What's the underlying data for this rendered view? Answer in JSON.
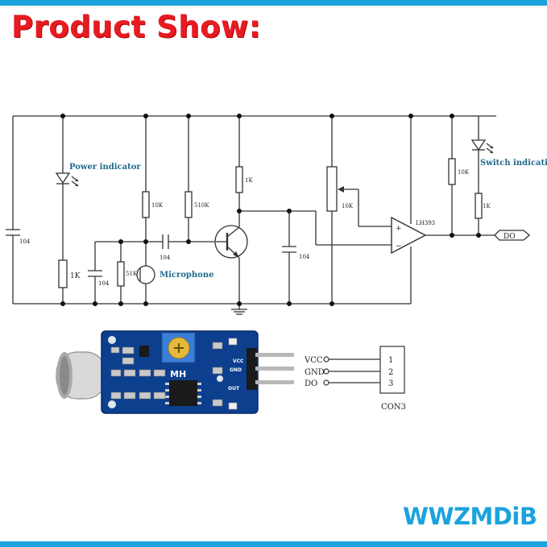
{
  "headline": "Product Show:",
  "brand": "WWZMDiB",
  "frame_color": "#1aa3dd",
  "schematic": {
    "labels": {
      "power_indicator": "Power indicator",
      "switch_indication": "Switch indication",
      "microphone": "Microphone",
      "c_left": "104",
      "c_mic": "104",
      "c_coupling": "104",
      "c_mid": "104",
      "r_led": "1K",
      "r_10k_a": "10K",
      "r_510k": "510K",
      "r_1k_b": "1K",
      "r_51k": "51K",
      "pot": "10K",
      "r_10k_out": "10K",
      "r_1k_out": "1K",
      "comparator": "LH393",
      "plus": "+",
      "minus": "−",
      "output": "DO"
    }
  },
  "module": {
    "chip_label": "MH",
    "pins": [
      "VCC",
      "GND",
      "OUT"
    ],
    "wire_labels": [
      "VCC",
      "GND",
      "DO"
    ],
    "connector_pins": [
      "1",
      "2",
      "3"
    ],
    "connector_name": "CON3"
  }
}
